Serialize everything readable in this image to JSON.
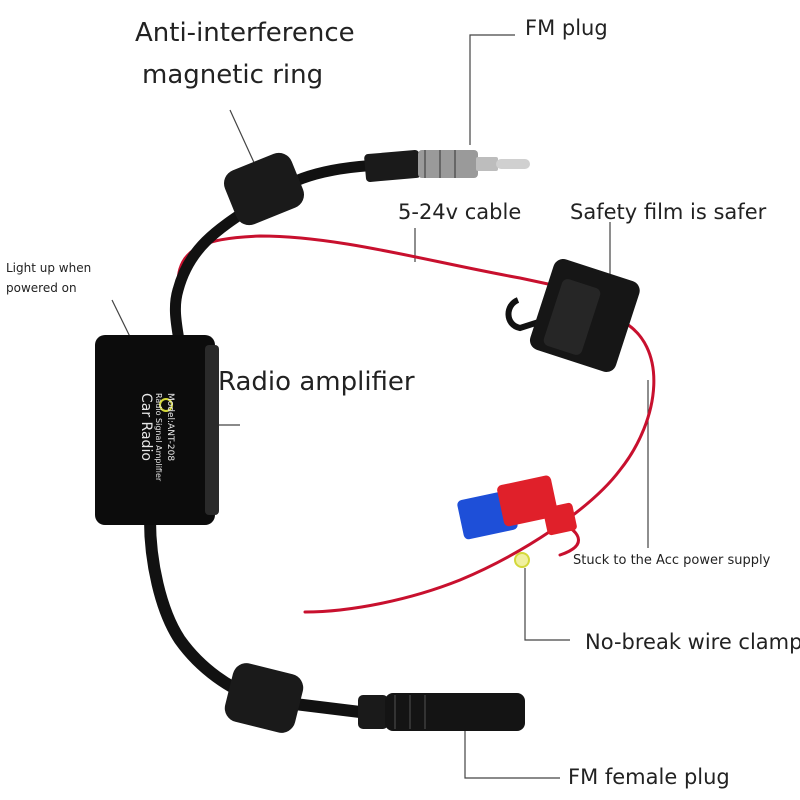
{
  "labels": {
    "anti_interference_line1": "Anti-interference",
    "anti_interference_line2": "magnetic ring",
    "fm_plug": "FM plug",
    "cable": "5-24v cable",
    "safety_film": "Safety film is safer",
    "light_up_line1": "Light up when",
    "light_up_line2": "powered on",
    "radio_amplifier": "Radio amplifier",
    "acc_power": "Stuck to the Acc power supply",
    "wire_clamp": "No-break wire clamp",
    "fm_female": "FM female plug"
  },
  "device": {
    "brand": "Car Radio",
    "subtitle": "Radio Signal Amplifier",
    "model": "Model:ANT-208"
  },
  "colors": {
    "cable_black": "#111111",
    "wire_red": "#c8102e",
    "connector_blue": "#1e4fd8",
    "connector_red": "#e0202a",
    "indicator": "#d4d83a"
  }
}
